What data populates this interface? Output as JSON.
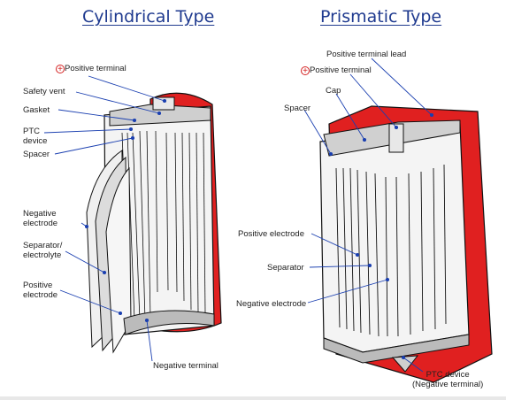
{
  "titles": {
    "cylindrical": "Cylindrical Type",
    "prismatic": "Prismatic Type"
  },
  "cylindrical_labels": {
    "positive_terminal": "Positive terminal",
    "safety_vent": "Safety vent",
    "gasket": "Gasket",
    "ptc_device": "PTC\ndevice",
    "spacer": "Spacer",
    "negative_electrode": "Negative\nelectrode",
    "separator_electrolyte": "Separator/\nelectrolyte",
    "positive_electrode": "Positive\nelectrode",
    "negative_terminal": "Negative terminal"
  },
  "prismatic_labels": {
    "positive_terminal_lead": "Positive terminal lead",
    "positive_terminal": "Positive terminal",
    "cap": "Cap",
    "spacer": "Spacer",
    "positive_electrode": "Positive electrode",
    "separator": "Separator",
    "negative_electrode": "Negative electrode",
    "ptc_device": "PTC device\n(Negative terminal)"
  },
  "symbols": {
    "plus": "+"
  },
  "colors": {
    "title": "#1f3a8f",
    "casing_red": "#e02020",
    "leader_line": "#1a3fb0",
    "outline": "#111111"
  }
}
